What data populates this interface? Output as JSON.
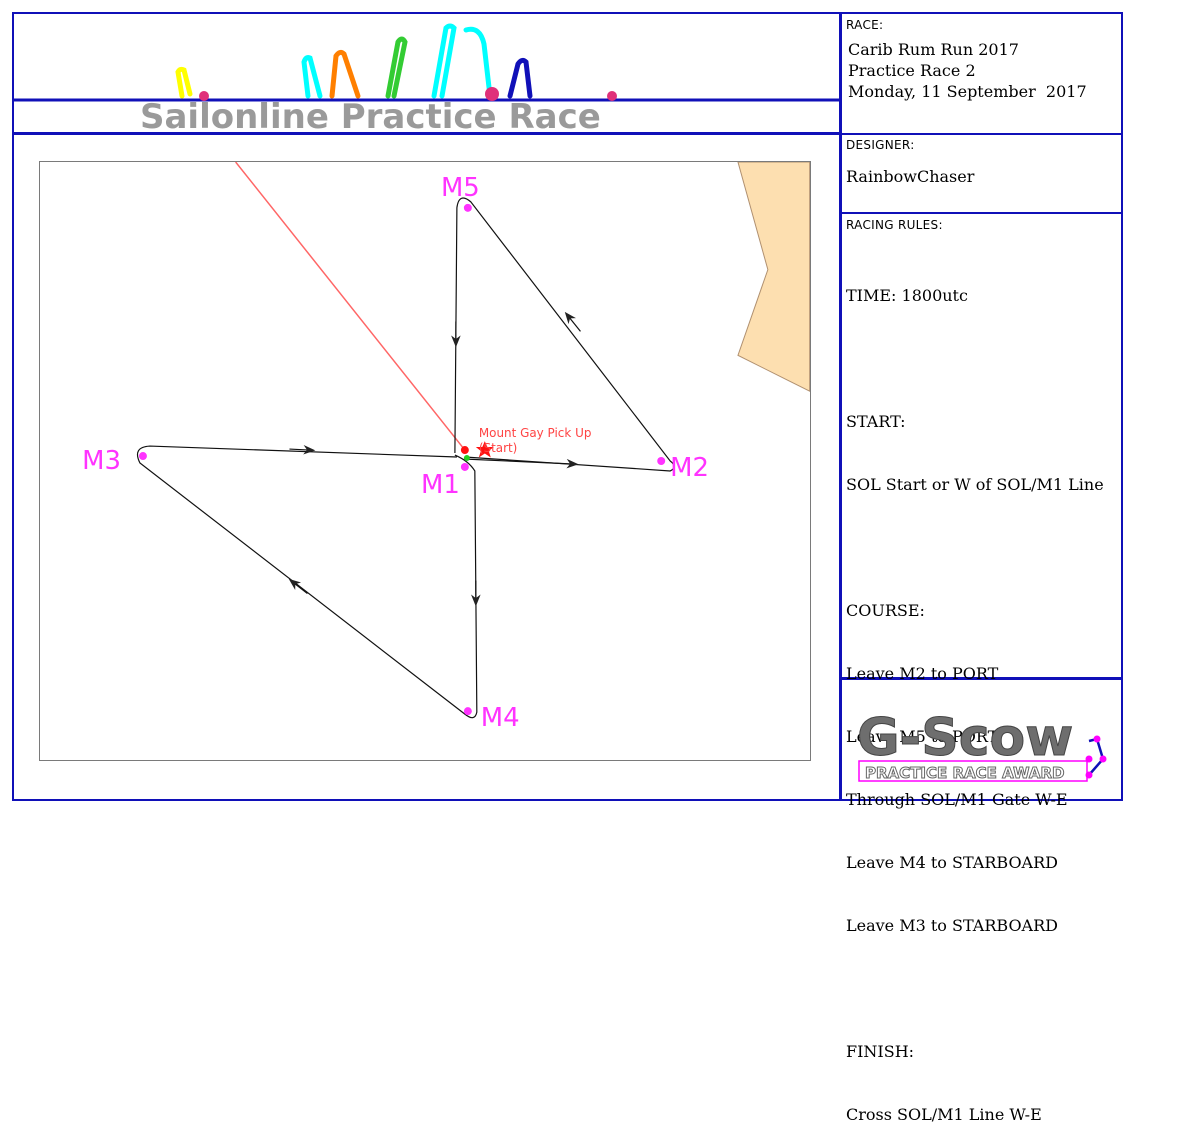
{
  "header": {
    "banner_text": "Sailonline Practice Race",
    "colors": {
      "line": "#1010b8",
      "banner_text": "#9a9a9a"
    }
  },
  "race": {
    "label": "RACE:",
    "name": "Carib Rum Run 2017",
    "subtitle": "Practice Race 2",
    "date": "Monday, 11 September  2017"
  },
  "designer": {
    "label": "DESIGNER:",
    "name": "RainbowChaser"
  },
  "rules": {
    "label": "RACING RULES:",
    "lines": [
      "TIME: 1800utc",
      "",
      "START:",
      "SOL Start or W of SOL/M1 Line",
      "",
      "COURSE:",
      "Leave M2 to PORT",
      "Leave M5 to PORT",
      "Through SOL/M1 Gate W-E",
      "Leave M4 to STARBOARD",
      "Leave M3 to STARBOARD",
      "",
      "FINISH:",
      "Cross SOL/M1 Line W-E"
    ]
  },
  "map": {
    "start_label_line1": "Mount Gay Pick Up",
    "start_label_line2": "(Start)",
    "marks": {
      "m1": "M1",
      "m2": "M2",
      "m3": "M3",
      "m4": "M4",
      "m5": "M5"
    },
    "colors": {
      "mark": "#ff33ff",
      "mark_label": "#ff33ff",
      "course": "#000000",
      "start_line": "#ff6666",
      "land": "#fddfb0",
      "start_star": "#ff0000"
    }
  },
  "award": {
    "title": "G-Scow",
    "subtitle": "PRACTICE RACE AWARD",
    "colors": {
      "title": "#6e6e6e",
      "accent": "#ff00ff"
    }
  }
}
